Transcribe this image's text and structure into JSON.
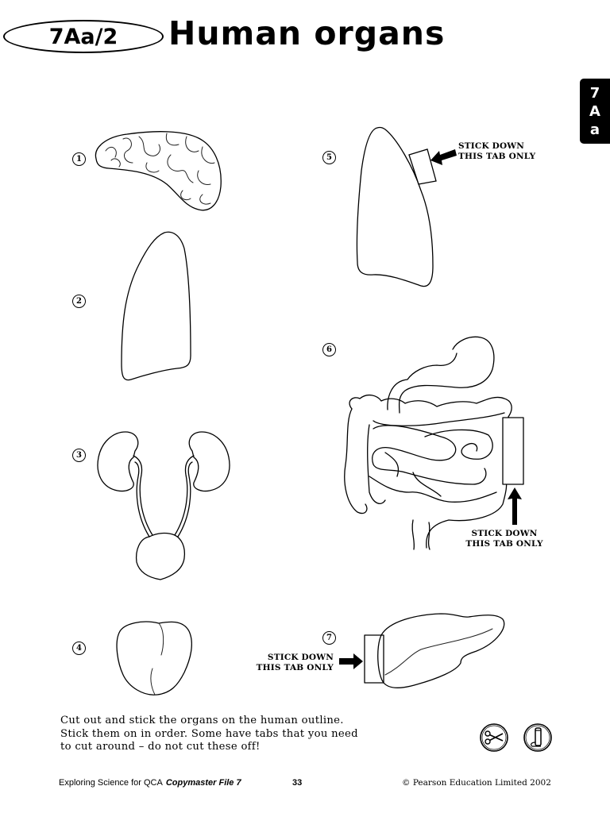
{
  "header": {
    "code": "7Aa/2",
    "title": "Human organs"
  },
  "side_tab": [
    "7",
    "A",
    "a"
  ],
  "organs": [
    {
      "number": "1",
      "name": "brain"
    },
    {
      "number": "2",
      "name": "lung"
    },
    {
      "number": "3",
      "name": "kidneys-and-bladder"
    },
    {
      "number": "4",
      "name": "heart"
    },
    {
      "number": "5",
      "name": "lung-with-tab"
    },
    {
      "number": "6",
      "name": "intestines-and-stomach"
    },
    {
      "number": "7",
      "name": "liver"
    }
  ],
  "stick_labels": {
    "line1": "STICK DOWN",
    "line2": "THIS TAB ONLY"
  },
  "instructions": [
    "Cut out and stick the organs on the human outline.",
    "Stick them on in order. Some have tabs that you need",
    "to cut around – do not cut these off!"
  ],
  "tool_icons": [
    "scissors-icon",
    "glue-stick-icon"
  ],
  "footer": {
    "series": "Exploring Science for QCA",
    "book": "Copymaster File 7",
    "page_number": "33",
    "copyright": "© Pearson Education Limited 2002"
  }
}
